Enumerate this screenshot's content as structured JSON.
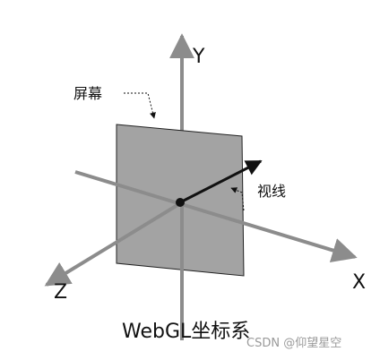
{
  "diagram": {
    "axes": {
      "x_label": "X",
      "y_label": "Y",
      "z_label": "Z"
    },
    "labels": {
      "screen": "屏幕",
      "line_of_sight": "视线"
    },
    "caption": "WebGL坐标系",
    "watermark": "CSDN @仰望星空",
    "colors": {
      "axis": "#8c8c8c",
      "screen_fill": "#a3a3a3",
      "screen_stroke": "#222222",
      "view_vector": "#111111",
      "text": "#111111"
    }
  }
}
